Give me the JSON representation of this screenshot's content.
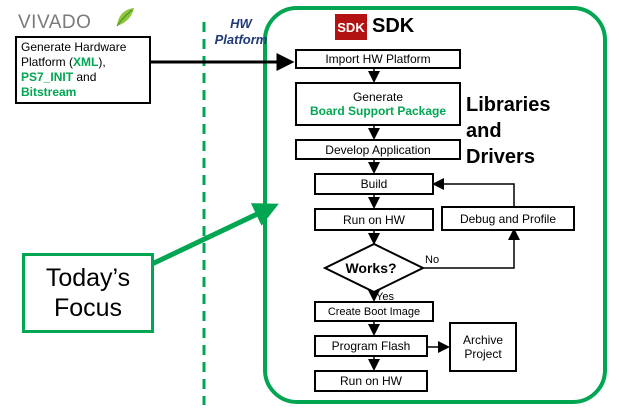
{
  "vivado": {
    "logo_text": "VIVADO",
    "generate_text_line1": "Generate Hardware",
    "generate_text_line2a": "Platform (",
    "xml": "XML",
    "generate_text_line2b": "),",
    "ps7_init": "PS7_INIT",
    "and": " and",
    "bitstream": "Bitstream"
  },
  "hw_platform_label": "HW Platform",
  "sdk": {
    "badge": "SDK",
    "title": "SDK",
    "libraries_label": [
      "Libraries",
      "and",
      "Drivers"
    ]
  },
  "steps": {
    "import": "Import HW Platform",
    "generate_line1": "Generate",
    "generate_line2": "Board Support Package",
    "develop": "Develop Application",
    "build": "Build",
    "run1": "Run on HW",
    "debug": "Debug and Profile",
    "works": "Works?",
    "no": "No",
    "yes": "Yes",
    "boot": "Create Boot Image",
    "flash": "Program Flash",
    "archive_line1": "Archive",
    "archive_line2": "Project",
    "run2": "Run on HW"
  },
  "focus": {
    "line1": "Today’s",
    "line2": "Focus"
  },
  "colors": {
    "green": "#00A651",
    "navy": "#1F3A78",
    "sdk_red": "#b31212"
  }
}
